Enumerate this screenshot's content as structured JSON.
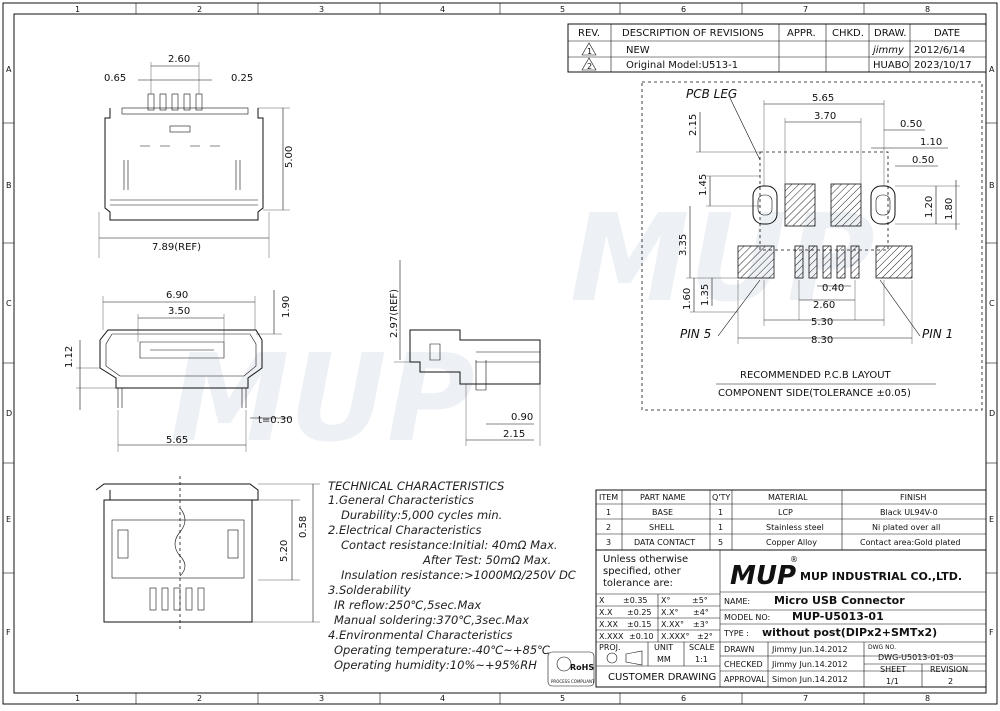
{
  "grid": {
    "cols": [
      "1",
      "2",
      "3",
      "4",
      "5",
      "6",
      "7",
      "8"
    ],
    "rows": [
      "A",
      "B",
      "C",
      "D",
      "E",
      "F"
    ]
  },
  "watermark": "MUP",
  "revisions": {
    "headers": [
      "REV.",
      "DESCRIPTION OF REVISIONS",
      "APPR.",
      "CHKD.",
      "DRAW.",
      "DATE"
    ],
    "rows": [
      {
        "rev": "1",
        "desc": "NEW",
        "appr": "",
        "chkd": "",
        "draw": "jimmy",
        "date": "2012/6/14"
      },
      {
        "rev": "2",
        "desc": "Original Model:U513-1",
        "appr": "",
        "chkd": "",
        "draw": "HUABO",
        "date": "2023/10/17"
      }
    ]
  },
  "dims": {
    "d260": "2.60",
    "d065": "0.65",
    "d025": "0.25",
    "d500": "5.00",
    "d789": "7.89(REF)",
    "d690": "6.90",
    "d350": "3.50",
    "d190": "1.90",
    "d112": "1.12",
    "t030": "t=0.30",
    "d565a": "5.65",
    "d297": "2.97(REF)",
    "d090": "0.90",
    "d215a": "2.15",
    "d058": "0.58",
    "d520": "5.20",
    "p565": "5.65",
    "p370": "3.70",
    "p050a": "0.50",
    "p110": "1.10",
    "p050b": "0.50",
    "p215": "2.15",
    "p145": "1.45",
    "p120": "1.20",
    "p180": "1.80",
    "p335": "3.35",
    "p040": "0.40",
    "p160": "1.60",
    "p135": "1.35",
    "p260": "2.60",
    "p530": "5.30",
    "p830": "8.30"
  },
  "pcb": {
    "leg": "PCB LEG",
    "pin5": "PIN 5",
    "pin1": "PIN 1",
    "title": "RECOMMENDED P.C.B LAYOUT",
    "subtitle": "COMPONENT SIDE(TOLERANCE ±0.05)"
  },
  "tech": {
    "title": "TECHNICAL CHARACTERISTICS",
    "lines": [
      "1.General Characteristics",
      "Durability:5,000 cycles min.",
      "2.Electrical Characteristics",
      "Contact resistance:Initial: 40mΩ Max.",
      "After Test: 50mΩ Max.",
      "Insulation resistance:>1000MΩ/250V DC",
      "3.Solderability",
      "IR reflow:250℃,5sec.Max",
      "Manual soldering:370℃,3sec.Max",
      "4.Environmental Characteristics",
      "Operating temperature:-40℃~+85℃",
      "Operating humidity:10%~+95%RH"
    ]
  },
  "bom": {
    "headers": [
      "ITEM",
      "PART NAME",
      "Q'TY",
      "MATERIAL",
      "FINISH"
    ],
    "rows": [
      [
        "1",
        "BASE",
        "1",
        "LCP",
        "Black UL94V-0"
      ],
      [
        "2",
        "SHELL",
        "1",
        "Stainless steel",
        "Ni plated over all"
      ],
      [
        "3",
        "DATA CONTACT",
        "5",
        "Copper Alloy",
        "Contact area:Gold plated"
      ]
    ]
  },
  "title_block": {
    "unless": [
      "Unless otherwise",
      "specified, other",
      "tolerance are:"
    ],
    "tol": [
      [
        "X",
        "±0.35",
        "X°",
        "±5°"
      ],
      [
        "X.X",
        "±0.25",
        "X.X°",
        "±4°"
      ],
      [
        "X.XX",
        "±0.15",
        "X.XX°",
        "±3°"
      ],
      [
        "X.XXX",
        "±0.10",
        "X.XXX°",
        "±2°"
      ]
    ],
    "logo": "MUP",
    "company": "MUP INDUSTRIAL CO.,LTD.",
    "name_label": "NAME:",
    "name": "Micro USB Connector",
    "model_label": "MODEL NO:",
    "model": "MUP-U5013-01",
    "type_label": "TYPE :",
    "type": "without post(DIPx2+SMTx2)",
    "proj": "PROJ.",
    "unit_label": "UNIT",
    "unit": "MM",
    "scale_label": "SCALE",
    "scale": "1:1",
    "drawn_label": "DRAWN",
    "drawn": "Jimmy Jun.14.2012",
    "checked_label": "CHECKED",
    "checked": "Jimmy Jun.14.2012",
    "approval_label": "APPROVAL",
    "approval": "Simon Jun.14.2012",
    "dwg_label": "DWG NO.",
    "dwg": "DWG-U5013-01-03",
    "sheet_label": "SHEET",
    "sheet": "1/1",
    "rev_label": "REVISION",
    "rev": "2",
    "customer": "CUSTOMER DRAWING",
    "rohs": "RoHS",
    "rohs_sub": "PROCESS COMPLIANT"
  }
}
